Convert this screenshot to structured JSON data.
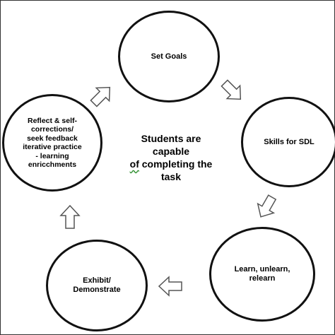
{
  "diagram": {
    "center": {
      "lines": [
        "Students are",
        "capable",
        "of completing the",
        "task"
      ],
      "underlined_word": "of",
      "underline_color": "#2f8f2f"
    },
    "stages": {
      "set_goals": "Set Goals",
      "skills_sdl": "Skills for SDL",
      "learn": "Learn, unlearn,\nrelearn",
      "exhibit": "Exhibit/\nDemonstrate",
      "reflect": "Reflect & self-\ncorrections/\nseek feedback\niterative practice\n- learning\nenricchments"
    },
    "colors": {
      "circle_stroke": "#111111",
      "arrow_stroke": "#555555",
      "text": "#000000"
    }
  }
}
